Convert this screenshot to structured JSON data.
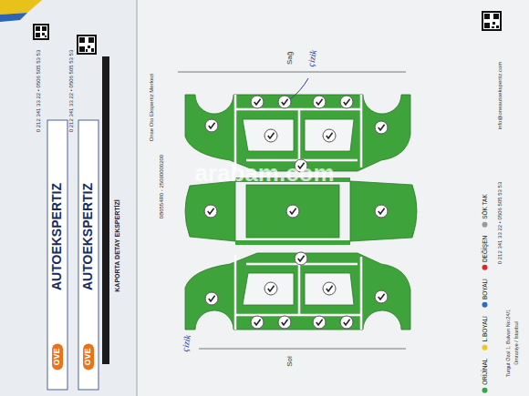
{
  "diagram": {
    "title": "KAPORTA DETAY EKSPERTİZİ",
    "labels": [
      "AUTOEKSPERTIZ",
      "AUTOEKSPERTIZ",
      "OVE",
      "OVE",
      "0 212 341 33 22 • 0506 505 53 53",
      "0 212 341 33 22 • 0506 505 53 53",
      "Onse Oto Ekspertiz Merkezi",
      "0B6554R0 - 25090000200",
      "Sağ",
      "Sol",
      "çizik",
      "çizik",
      "arabam.com",
      "0 212 341 33 22 • 0506 505 53 53",
      "info@oneautoekspertiz.com",
      "Turgut Özal 1. Bulvarı No:24/1",
      "Ümraniye / İstanbul"
    ],
    "legend": [
      {
        "text": "ORİJİNAL",
        "color": "#2fa84f"
      },
      {
        "text": "L.BOYALI",
        "color": "#f2c811"
      },
      {
        "text": "BOYALI",
        "color": "#2b6cc4"
      },
      {
        "text": "DEĞİŞEN",
        "color": "#e0262b"
      },
      {
        "text": "SÖK TAK",
        "color": "#9a9a9a"
      }
    ]
  }
}
